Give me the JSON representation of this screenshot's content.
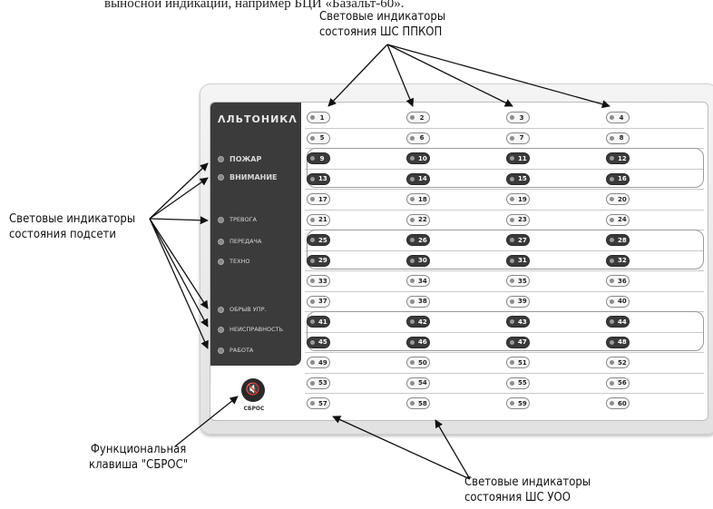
{
  "top_text": "выносной индикации, например БЦИ «Базальт-60».",
  "labels": {
    "top": [
      "Световые индикаторы",
      "состояния ШС ППКОП"
    ],
    "left": [
      "Световые индикаторы",
      "состояния подсети"
    ],
    "bottom_left": [
      "Функциональная",
      "клавиша \"СБРОС\""
    ],
    "bottom_right": [
      "Световые индикаторы",
      "состояния ШС УОО"
    ]
  },
  "device": {
    "brand": "ΛЛЬТОНИКΛ",
    "statuses_large": [
      "ПОЖАР",
      "ВНИМАНИЕ"
    ],
    "statuses_small": [
      "ТРЕВОГА",
      "ПЕРЕДАЧА",
      "ТЕХНО",
      "ОБРЫВ УПР.",
      "НЕИСПРАВНОСТЬ",
      "РАБОТА"
    ],
    "reset_icon": "speaker-muted-icon",
    "reset_label": "СБРОС",
    "indicators": [
      "1",
      "2",
      "3",
      "4",
      "5",
      "6",
      "7",
      "8",
      "9",
      "10",
      "11",
      "12",
      "13",
      "14",
      "15",
      "16",
      "17",
      "18",
      "19",
      "20",
      "21",
      "22",
      "23",
      "24",
      "25",
      "26",
      "27",
      "28",
      "29",
      "30",
      "31",
      "32",
      "33",
      "34",
      "35",
      "36",
      "37",
      "38",
      "39",
      "40",
      "41",
      "42",
      "43",
      "44",
      "45",
      "46",
      "47",
      "48",
      "49",
      "50",
      "51",
      "52",
      "53",
      "54",
      "55",
      "56",
      "57",
      "58",
      "59",
      "60"
    ],
    "dark_rows": [
      2,
      3,
      6,
      7,
      10,
      11
    ],
    "colors": {
      "panel": "#3b3b3b",
      "dark_pill": "#3a3a3a"
    }
  }
}
